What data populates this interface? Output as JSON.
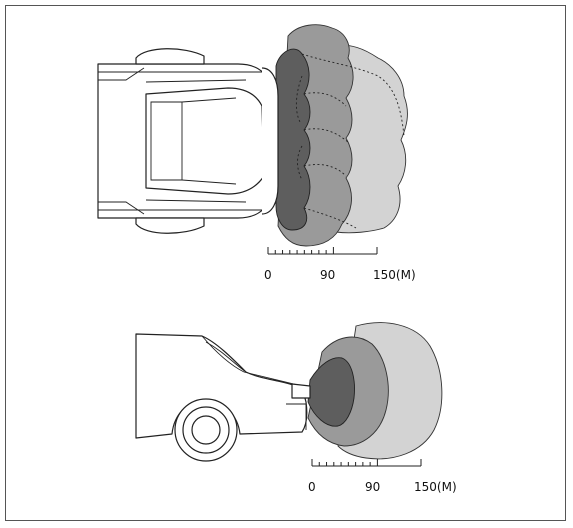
{
  "colors": {
    "zone_light": "#d3d3d3",
    "zone_mid": "#9a9a9a",
    "zone_dark": "#5e5e5e",
    "outline": "#222222",
    "frame": "#555555"
  },
  "top_view": {
    "scale": {
      "min": 0,
      "mid": 90,
      "max": 150,
      "unit": "(M)",
      "minor_ticks": 9
    },
    "labels": {
      "zero": "0",
      "mid": "90",
      "max": "150(M)"
    }
  },
  "side_view": {
    "scale": {
      "min": 0,
      "mid": 90,
      "max": 150,
      "unit": "(M)",
      "minor_ticks": 9
    },
    "labels": {
      "zero": "0",
      "mid": "90",
      "max": "150(M)"
    }
  }
}
